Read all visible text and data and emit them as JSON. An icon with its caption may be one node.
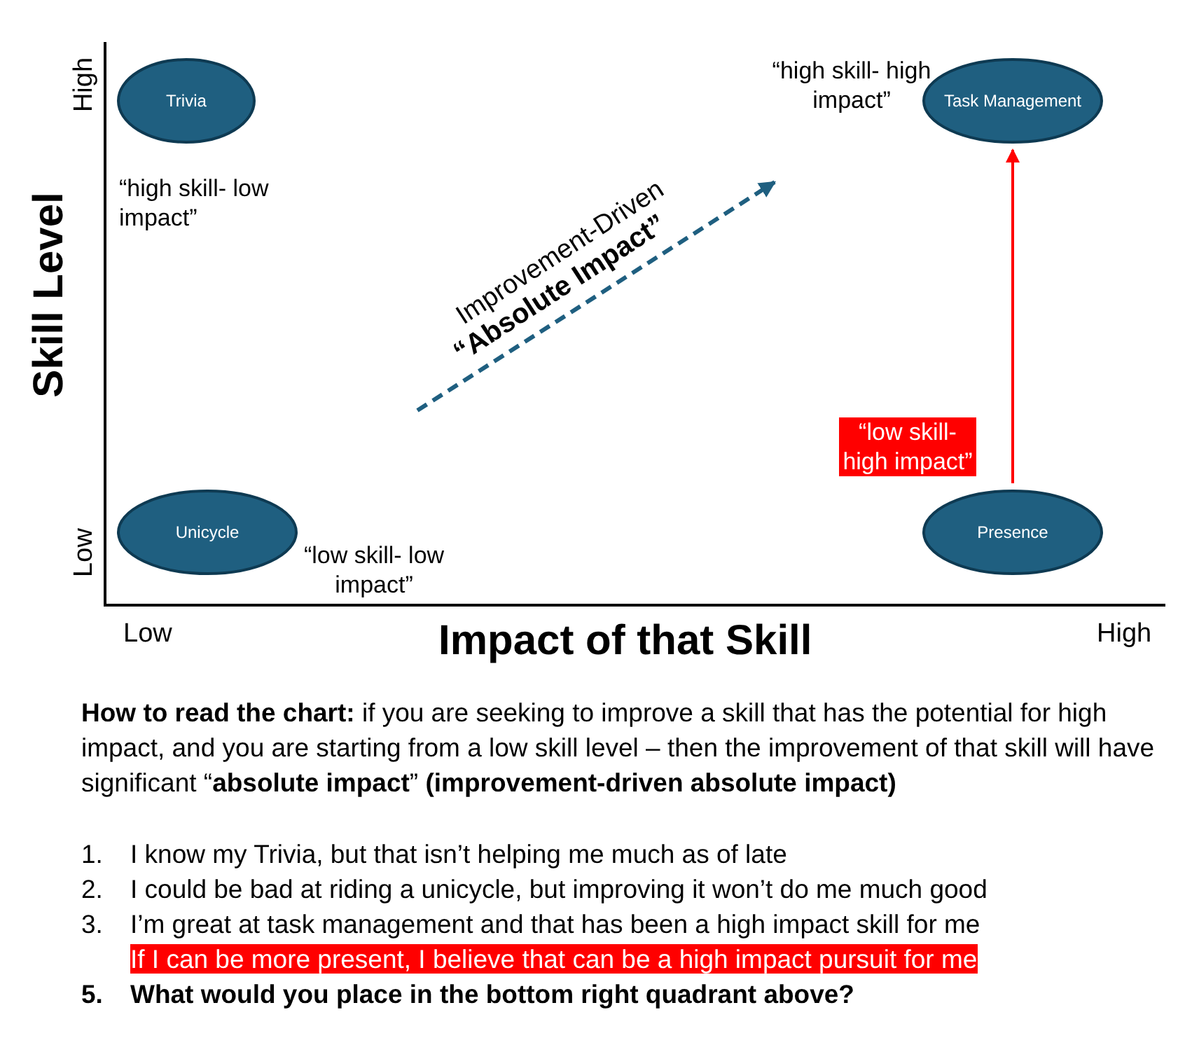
{
  "diagram": {
    "nodes": [
      {
        "text": [
          "Trivia"
        ]
      },
      {
        "text": [
          "Task Management"
        ]
      },
      {
        "text": [
          "Unicycle"
        ]
      },
      {
        "text": [
          "Presence"
        ]
      }
    ],
    "edges": [
      {
        "from": 3,
        "to": 1,
        "arrow": "to",
        "color": "#ff0000"
      }
    ],
    "labels": [
      "High",
      "“high skill- high impact”",
      "“high skill- low impact”",
      "Improvement-Driven",
      "“Absolute Impact”",
      "Skill Level",
      "“low skill- high impact”",
      "Low",
      "“low skill- low impact”",
      "Low",
      "Impact of that Skill",
      "High",
      "**How to read the chart:** if you are seeking to improve a skill that has the potential for high impact, and you are starting from a low skill level – then the improvement of that skill will have significant “**absolute impact**” **(improvement-driven absolute impact)**",
      "1.",
      "I know my Trivia, but that isn’t helping me much as of late",
      "2.",
      "I could be bad at riding a unicycle, but improving it won’t do me much good",
      "3.",
      "I’m great at task management and that has been a high impact skill for me",
      "If I can be more present, I believe that can be a high impact pursuit for me",
      "5.",
      "What would you place in the bottom right quadrant above?"
    ]
  }
}
